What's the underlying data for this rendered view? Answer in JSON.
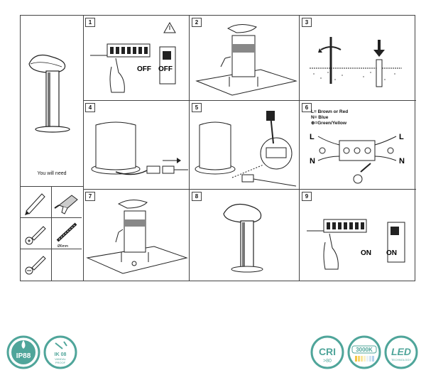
{
  "steps": [
    "1",
    "2",
    "3",
    "4",
    "5",
    "6",
    "7",
    "8",
    "9"
  ],
  "step1": {
    "switch_off": "OFF",
    "panel_off": "OFF"
  },
  "step9": {
    "switch_on": "ON",
    "panel_on": "ON"
  },
  "step6": {
    "legend": [
      "L= Brown or Red",
      "N= Blue",
      "⊕=Green/Yellow"
    ],
    "label_L": "L",
    "label_N": "N"
  },
  "you_will_need": "You will need",
  "drill_bit_size": "Ø6mm",
  "badges": {
    "ip": "IP",
    "ip_rating": "88",
    "ik_rating": "IK 08",
    "ik_line2": "VANDAL",
    "ik_line3": "PROOF",
    "cri_text": "CRI",
    "cri_value": ">80",
    "cct": "3000K",
    "led_text": "LED",
    "led_sub": "TECHNOLOGY"
  },
  "colors": {
    "badge_green": "#4fa59a",
    "line": "#444444"
  }
}
